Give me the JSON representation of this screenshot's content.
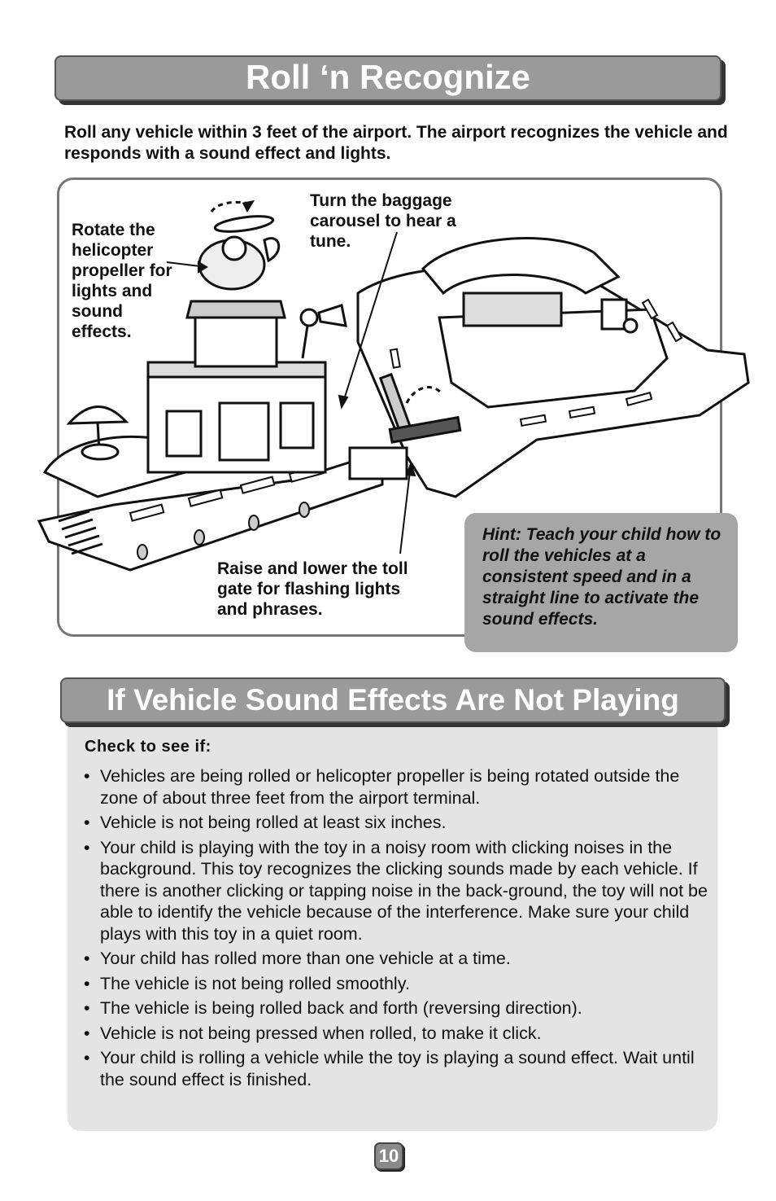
{
  "section1": {
    "title": "Roll ‘n Recognize",
    "intro": "Roll any vehicle within 3 feet of the airport. The airport recognizes the vehicle and responds with a sound effect and lights."
  },
  "callouts": {
    "helicopter": "Rotate the helicopter propeller for lights and sound effects.",
    "carousel": "Turn the baggage carousel to hear a tune.",
    "tollgate": "Raise and lower the toll gate for flashing lights and phrases."
  },
  "hint": "Hint: Teach your child how to roll the vehicles at a consistent speed and in a straight line to activate the sound effects.",
  "section2": {
    "title": "If Vehicle Sound Effects Are Not Playing",
    "check_heading": "Check to see if:",
    "items": [
      "Vehicles are being rolled or helicopter propeller is being rotated outside the zone of about three feet from the airport terminal.",
      "Vehicle is not being rolled at least six inches.",
      "Your child is playing with the toy in a noisy room with clicking noises in the background. This toy recognizes the clicking sounds made by each vehicle. If there is another clicking or tapping noise in the back-ground, the toy will not be able to identify the vehicle because of the interference. Make sure your child plays with this toy in a quiet room.",
      "Your child has rolled more than one vehicle at a time.",
      "The vehicle is not being rolled smoothly.",
      "The vehicle is being rolled back and forth (reversing direction).",
      "Vehicle is not being pressed when rolled, to make it click.",
      "Your child is rolling a vehicle while the toy is playing a sound effect. Wait until the sound effect is finished."
    ]
  },
  "page_number": "10"
}
